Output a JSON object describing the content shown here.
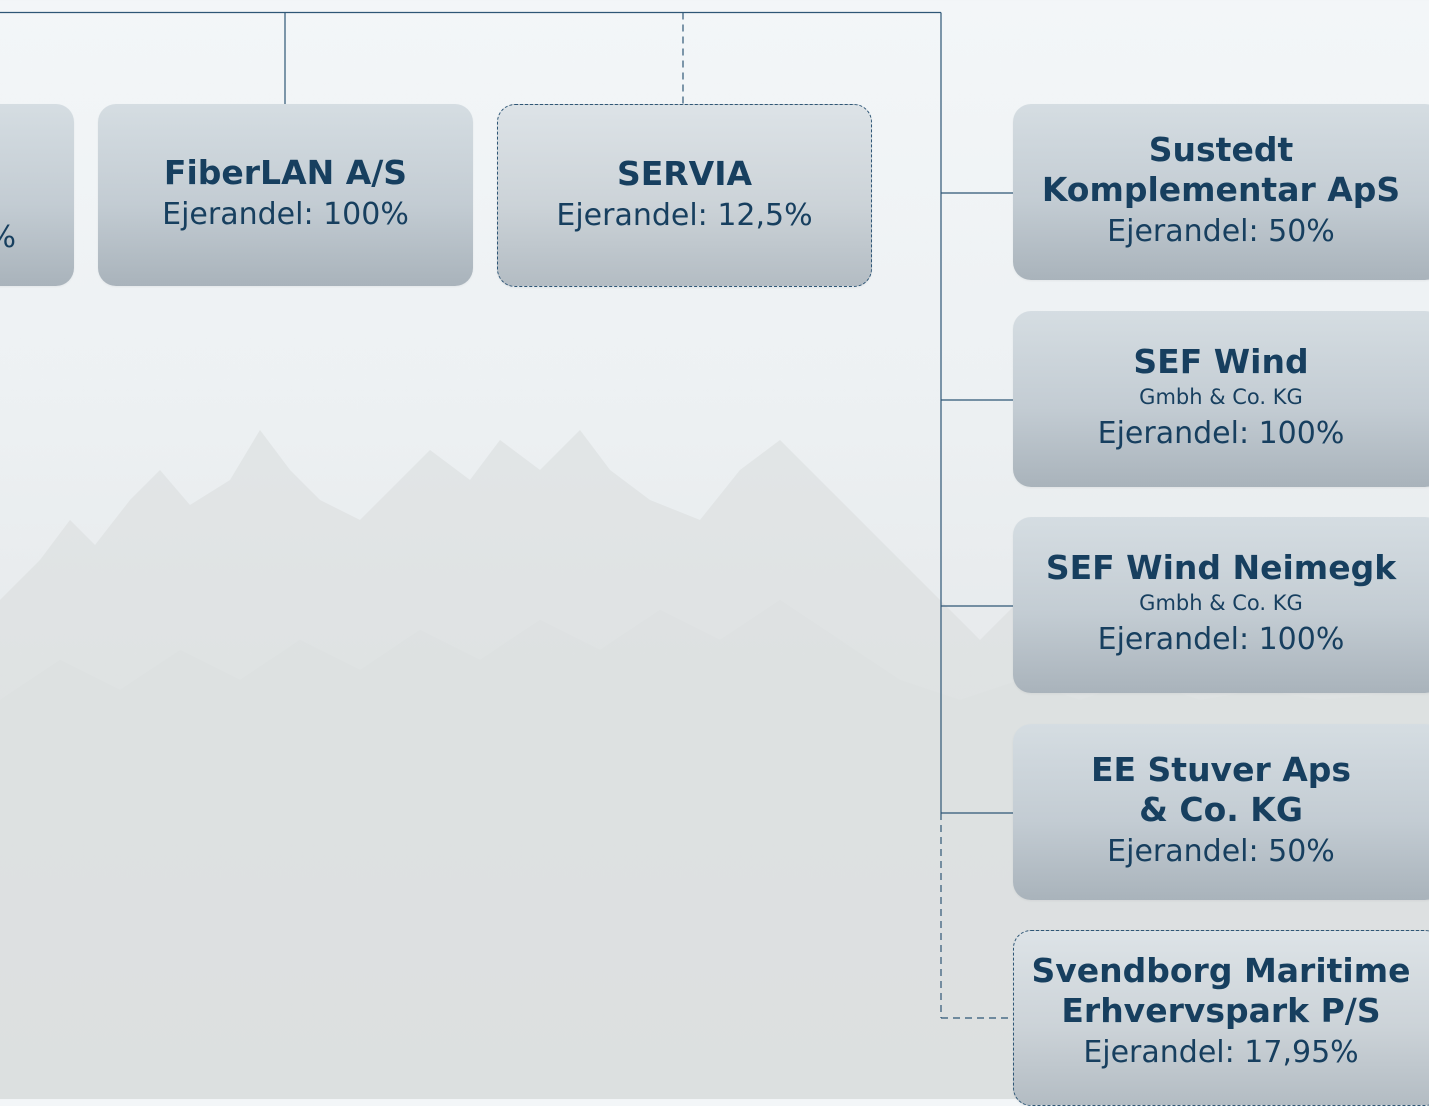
{
  "colors": {
    "line": "#2e5676",
    "text": "#173f5f",
    "box_top": "#d5dde2",
    "box_bottom": "#a9b3bb"
  },
  "boxes": {
    "partial_left": {
      "share": "%"
    },
    "fiberlan": {
      "name": "FiberLAN A/S",
      "share": "Ejerandel: 100%"
    },
    "servia": {
      "name": "SERVIA",
      "share": "Ejerandel: 12,5%"
    },
    "sustedt": {
      "name_line1": "Sustedt",
      "name_line2": "Komplementar ApS",
      "share": "Ejerandel: 50%"
    },
    "sef_wind": {
      "name": "SEF Wind",
      "sub": "Gmbh & Co. KG",
      "share": "Ejerandel: 100%"
    },
    "sef_wind_neimegk": {
      "name": "SEF Wind Neimegk",
      "sub": "Gmbh & Co. KG",
      "share": "Ejerandel: 100%"
    },
    "ee_stuver": {
      "name_line1": "EE Stuver Aps",
      "name_line2": "& Co. KG",
      "share": "Ejerandel: 50%"
    },
    "svendborg": {
      "name_line1": "Svendborg Maritime",
      "name_line2": "Erhvervspark P/S",
      "share": "Ejerandel: 17,95%"
    }
  }
}
